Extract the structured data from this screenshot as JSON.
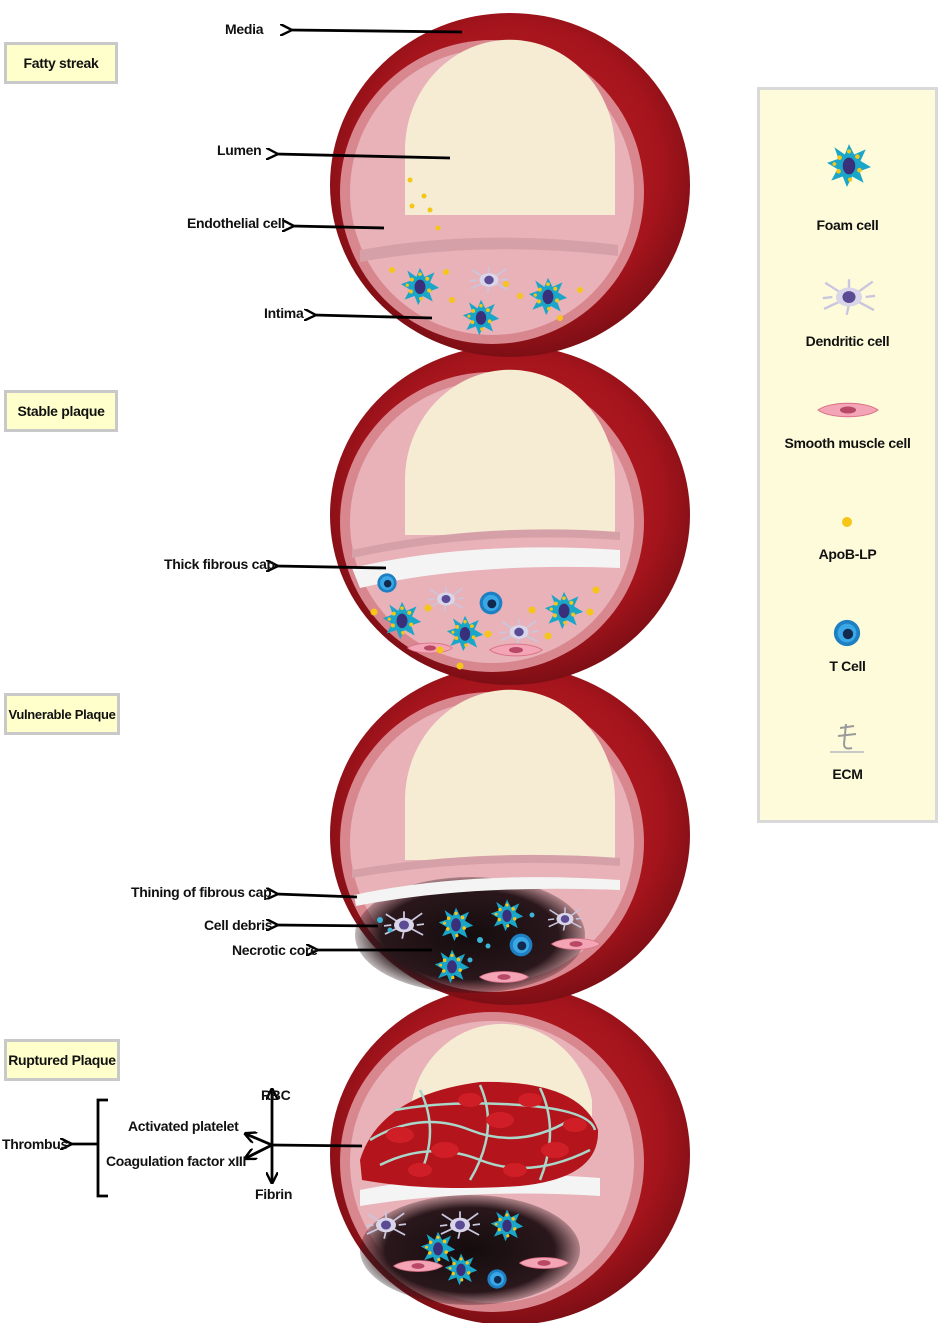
{
  "stages": [
    {
      "label": "Fatty streak"
    },
    {
      "label": "Stable plaque"
    },
    {
      "label": "Vulnerable Plaque"
    },
    {
      "label": "Ruptured Plaque"
    }
  ],
  "labels": {
    "media": "Media",
    "lumen": "Lumen",
    "endothelial_cell": "Endothelial cell",
    "intima": "Intima",
    "thick_fibrous_cap": "Thick fibrous cap",
    "thinning_fibrous_cap": "Thining of fibrous cap",
    "cell_debris": "Cell debris",
    "necrotic_core": "Necrotic core",
    "thrombus": "Thrombus",
    "activated_platelet": "Activated platelet",
    "coagulation_factor": "Coagulation factor xIII",
    "rbc": "RBC",
    "fibrin": "Fibrin"
  },
  "legend": {
    "items": [
      {
        "label": "Foam cell",
        "icon": "foam-cell-icon"
      },
      {
        "label": "Dendritic cell",
        "icon": "dendritic-cell-icon"
      },
      {
        "label": "Smooth muscle cell",
        "icon": "smooth-muscle-cell-icon"
      },
      {
        "label": "ApoB-LP",
        "icon": "apob-lp-icon"
      },
      {
        "label": "T Cell",
        "icon": "t-cell-icon"
      },
      {
        "label": "ECM",
        "icon": "ecm-icon"
      }
    ]
  },
  "colors": {
    "vessel_wall": "#a5141c",
    "vessel_wall_dark": "#6e0c12",
    "lumen": "#f5ecd3",
    "intima": "#e8b2b8",
    "foam_cell": "#1aa6c9",
    "apob": "#f5c518",
    "t_cell": "#1e7fc2",
    "necrotic": "#1d1214",
    "fibrous_cap": "#f4f4f4"
  }
}
